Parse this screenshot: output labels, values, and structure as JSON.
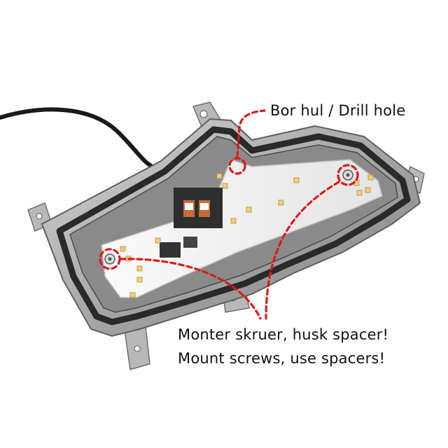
{
  "annotations": {
    "drill_hole": "Bor hul / Drill hole",
    "mount_screws_da": "Monter skruer, husk spacer!",
    "mount_screws_en": "Mount screws, use spacers!"
  },
  "colors": {
    "annotation_line": "#d91c1c",
    "housing": "#9a9a9a",
    "gasket": "#2a2a2a",
    "pcb": "#f2f2f2",
    "led": "#f2cf7a",
    "cable": "#1a1a1a"
  }
}
